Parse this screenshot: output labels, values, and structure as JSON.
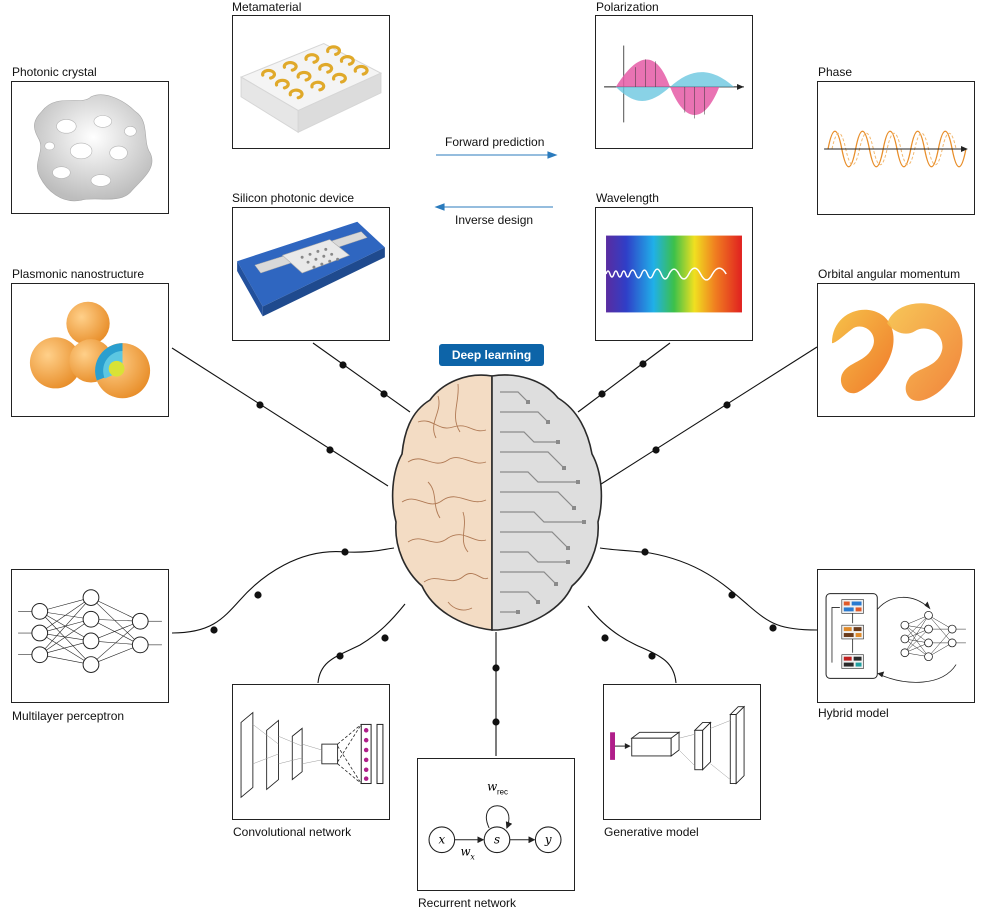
{
  "hub": {
    "label": "Deep learning"
  },
  "arrows": {
    "forward": "Forward prediction",
    "inverse": "Inverse design"
  },
  "devices": {
    "photonic_crystal": "Photonic crystal",
    "metamaterial": "Metamaterial",
    "silicon_device": "Silicon photonic device",
    "plasmonic": "Plasmonic nanostructure"
  },
  "properties": {
    "polarization": "Polarization",
    "wavelength": "Wavelength",
    "phase": "Phase",
    "oam": "Orbital angular momentum"
  },
  "models": {
    "mlp": "Multilayer perceptron",
    "cnn": "Convolutional network",
    "rnn": "Recurrent network",
    "gen": "Generative model",
    "hybrid": "Hybrid model"
  },
  "rnn_symbols": {
    "x": "x",
    "s": "s",
    "y": "y",
    "w": "w",
    "rec_sub": "rec",
    "x_sub": "x"
  },
  "colors": {
    "accent_blue": "#0d64a8",
    "brain_left": "#f3dcc4",
    "brain_right": "#d8d8d8",
    "gold": "#e0a92a",
    "orange": "#f4a03c",
    "pink": "#e55aa6",
    "cyan": "#6cc7e0"
  }
}
